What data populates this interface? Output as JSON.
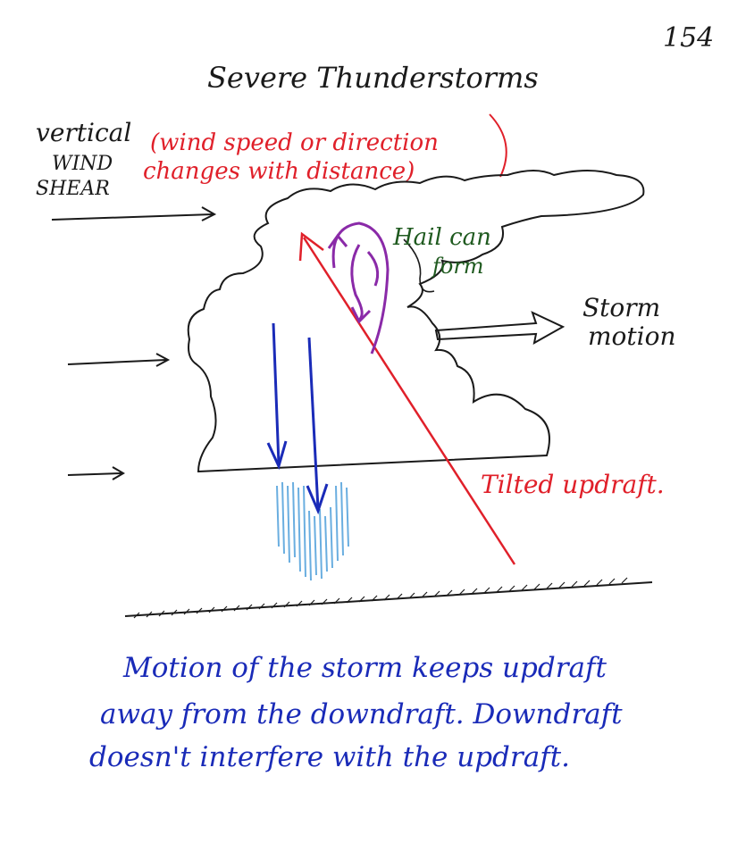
{
  "page_number": "154",
  "title": "Severe Thunderstorms",
  "shear_label": {
    "line1": "vertical",
    "line2": "WIND",
    "line3": "SHEAR"
  },
  "shear_note": {
    "line1": "(wind speed or direction",
    "line2": "changes with distance)"
  },
  "hail_label": {
    "line1": "Hail can",
    "line2": "form"
  },
  "storm_motion_label": {
    "line1": "Storm",
    "line2": "motion"
  },
  "updraft_label": "Tilted updraft.",
  "caption": {
    "line1": "Motion of the storm keeps updraft",
    "line2": "away from the downdraft. Downdraft",
    "line3": "doesn't interfere with the updraft."
  },
  "colors": {
    "ink_black": "#1a1a1a",
    "updraft_red": "#e0202a",
    "hail_purple": "#8a2aa8",
    "downdraft_blue": "#1a2bb8",
    "rain_light_blue": "#6aaee0",
    "hail_green": "#1f5a1f"
  }
}
